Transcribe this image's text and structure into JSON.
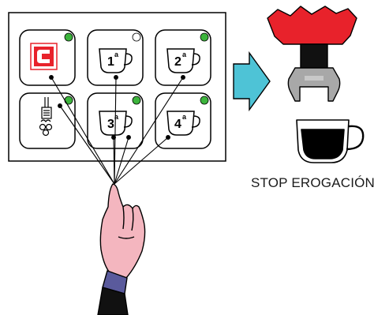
{
  "caption": "STOP EROGACIÓN",
  "panel": {
    "buttons": [
      {
        "id": "clean",
        "icon": "cleaning-cycle-icon",
        "led": "green",
        "label": ""
      },
      {
        "id": "one",
        "icon": "coffee-cup-icon",
        "led": "off",
        "label": "1",
        "sup": "a"
      },
      {
        "id": "two",
        "icon": "coffee-cup-icon",
        "led": "green",
        "label": "2",
        "sup": "a"
      },
      {
        "id": "steam",
        "icon": "steam-wand-icon",
        "led": "green",
        "label": ""
      },
      {
        "id": "three",
        "icon": "coffee-cup-icon",
        "led": "green",
        "label": "3",
        "sup": "a"
      },
      {
        "id": "four",
        "icon": "coffee-cup-icon",
        "led": "green",
        "label": "4",
        "sup": "a"
      }
    ]
  },
  "colors": {
    "led_on": "#3cb43c",
    "arrow": "#4ec3d6",
    "group_head": "#e8222b",
    "clean_icon": "#e8222b",
    "skin": "#f4b6bf",
    "sleeve": "#5a5a9c"
  }
}
